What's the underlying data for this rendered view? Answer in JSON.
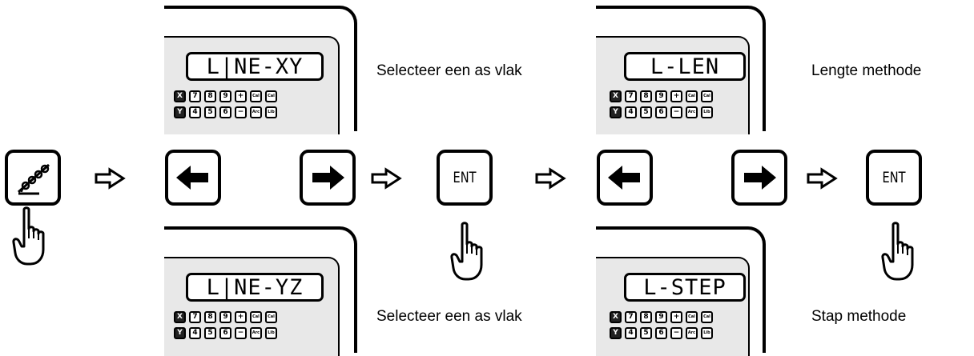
{
  "keys": {
    "row1": [
      "X",
      "7",
      "8",
      "9",
      "+",
      "Cal",
      "Cal"
    ],
    "row2": [
      "Y",
      "4",
      "5",
      "6",
      "−",
      "Arc",
      "Lib"
    ]
  },
  "panels": [
    {
      "display": "L|NE-XY"
    },
    {
      "display": "L|NE-YZ"
    },
    {
      "display": "L-LEN"
    },
    {
      "display": "L-STEP"
    }
  ],
  "labels": {
    "select_plane_top": "Selecteer een as vlak",
    "select_plane_bottom": "Selecteer een as vlak",
    "length_method": "Lengte methode",
    "step_method": "Stap methode"
  },
  "buttons": {
    "enter_1": "ENT",
    "enter_2": "ENT"
  },
  "icons": {
    "line_function": "line-hole-pattern-icon",
    "left": "left-arrow-icon",
    "right": "right-arrow-icon",
    "next": "next-step-arrow-icon",
    "press": "pointing-hand-icon"
  }
}
